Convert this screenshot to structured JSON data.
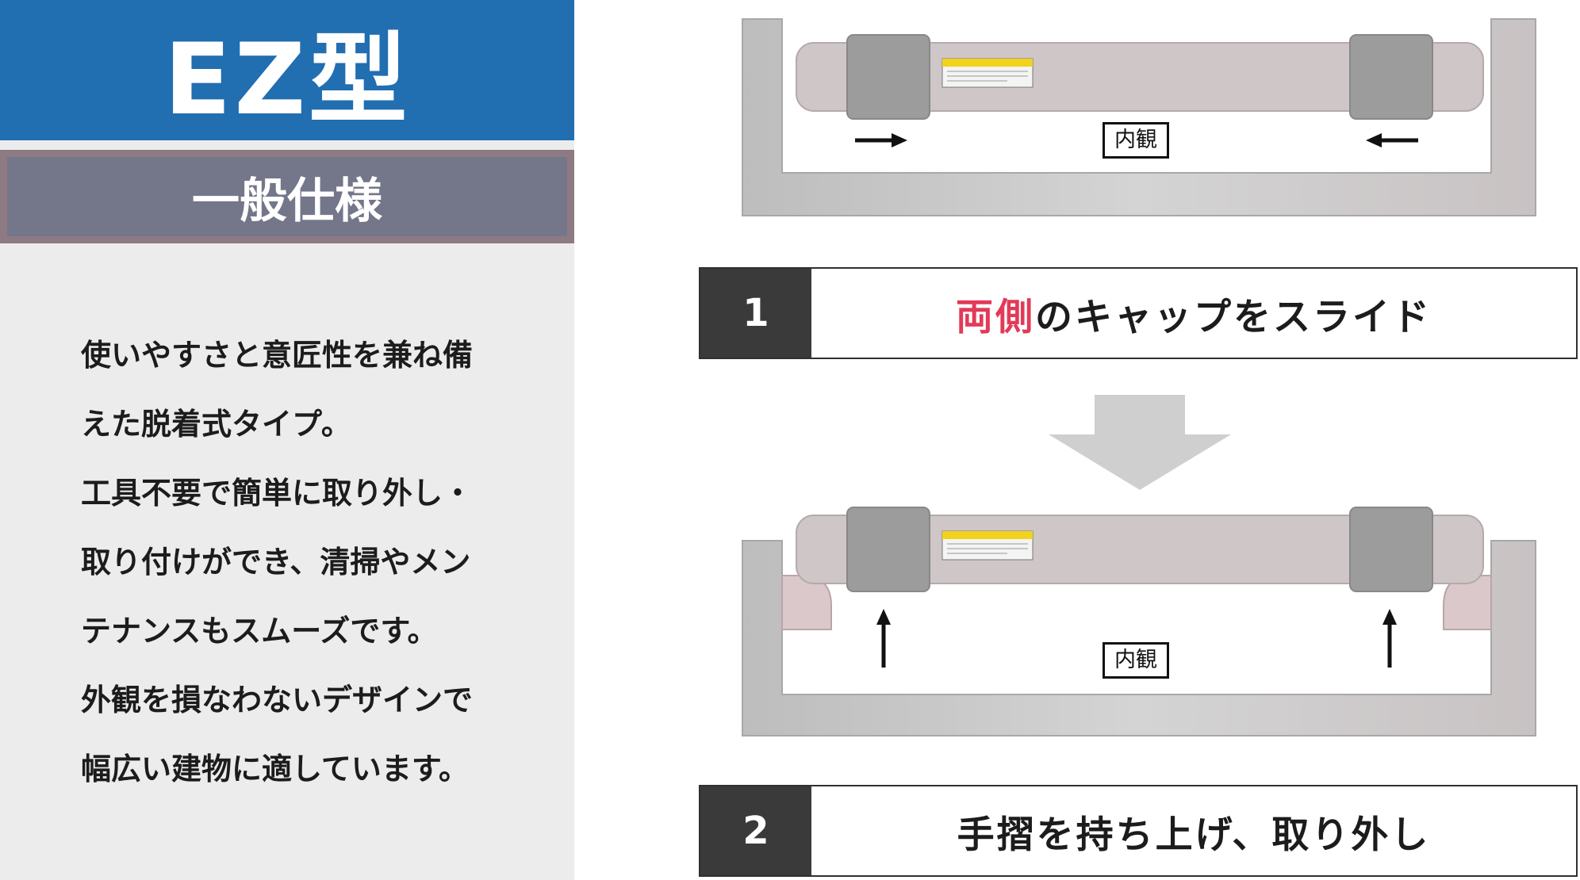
{
  "title": "EZ型",
  "subtitle": "一般仕様",
  "description": [
    "使いやすさと意匠性を兼ね備",
    "えた脱着式タイプ。",
    "工具不要で簡単に取り外し・",
    "取り付けができ、清掃やメン",
    "テナンスもスムーズです。",
    "外観を損なわないデザインで",
    "幅広い建物に適しています。"
  ],
  "figure_label": "内観",
  "steps": [
    {
      "number": "1",
      "highlight": "両側",
      "text": "のキャップをスライド"
    },
    {
      "number": "2",
      "highlight": "",
      "text": "手摺を持ち上げ、取り外し"
    }
  ],
  "colors": {
    "title_bg": "#216eb1",
    "subtitle_bg": "#74768a",
    "subtitle_border": "#8e7a83",
    "panel_bg": "#ececec",
    "step_number_bg": "#3a3a3a",
    "highlight": "#e23a58"
  }
}
